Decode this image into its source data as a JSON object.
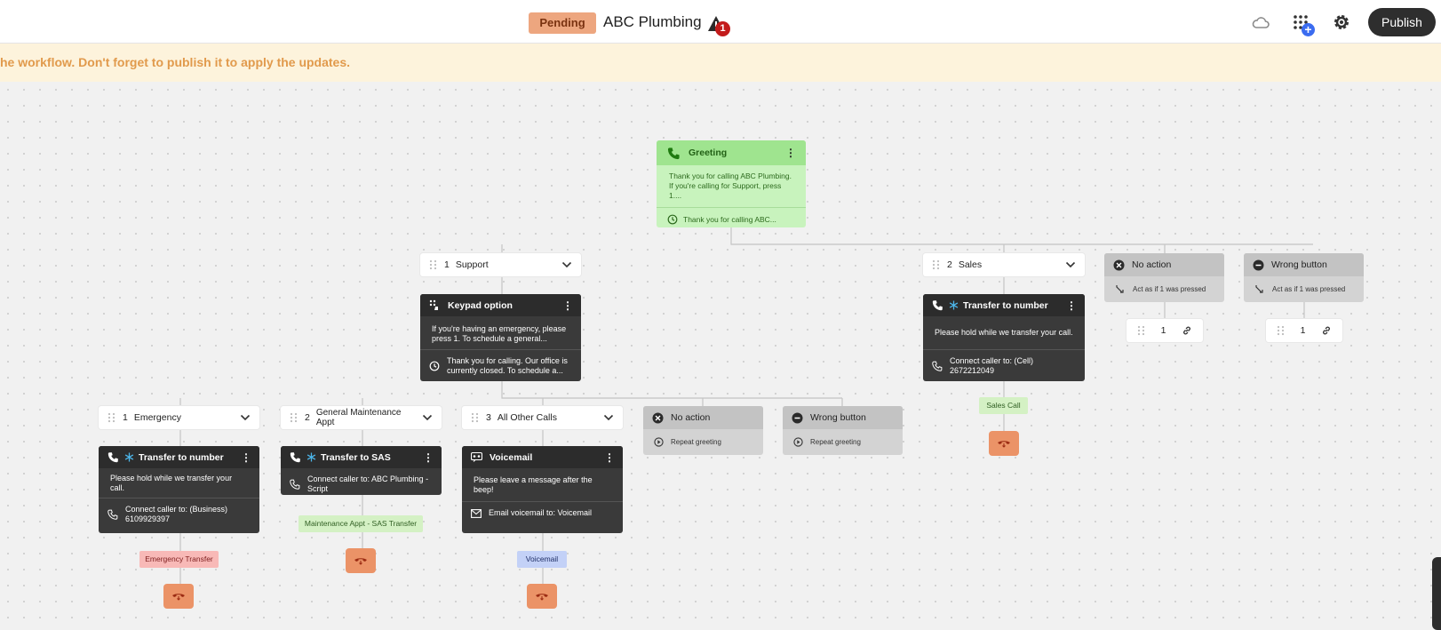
{
  "header": {
    "status": "Pending",
    "business_name": "ABC Plumbing",
    "warning_count": "1",
    "publish_label": "Publish"
  },
  "banner": {
    "text": "he workflow. Don't forget to publish it to apply the updates."
  },
  "greeting": {
    "title": "Greeting",
    "body": "Thank you for calling ABC Plumbing. If you're calling for Support, press 1....",
    "footer": "Thank you for calling ABC..."
  },
  "support": {
    "option": {
      "num": "1",
      "label": "Support"
    },
    "card": {
      "title": "Keypad option",
      "body": "If you're having an emergency, please press 1. To schedule a general...",
      "footer": "Thank you for calling. Our office is currently closed. To schedule a..."
    }
  },
  "sales": {
    "option": {
      "num": "2",
      "label": "Sales"
    },
    "card": {
      "title": "Transfer to number",
      "body": "Please hold while we transfer your call.",
      "footer": "Connect caller to: (Cell) 2672212049"
    },
    "tag": "Sales Call"
  },
  "top_no_action": {
    "title": "No action",
    "footer": "Act as if 1 was pressed",
    "mini_value": "1"
  },
  "top_wrong_button": {
    "title": "Wrong button",
    "footer": "Act as if 1 was pressed",
    "mini_value": "1"
  },
  "emergency": {
    "option": {
      "num": "1",
      "label": "Emergency"
    },
    "card": {
      "title": "Transfer to number",
      "body": "Please hold while we transfer your call.",
      "footer": "Connect caller to: (Business) 6109929397"
    },
    "tag": "Emergency Transfer"
  },
  "maintenance": {
    "option": {
      "num": "2",
      "label": "General Maintenance Appt"
    },
    "card": {
      "title": "Transfer to SAS",
      "footer": "Connect caller to: ABC Plumbing - Script"
    },
    "tag": "Maintenance Appt - SAS Transfer"
  },
  "other_calls": {
    "option": {
      "num": "3",
      "label": "All Other Calls"
    },
    "card": {
      "title": "Voicemail",
      "body": "Please leave a message after the beep!",
      "footer": "Email voicemail to: Voicemail"
    },
    "tag": "Voicemail"
  },
  "sub_no_action": {
    "title": "No action",
    "footer": "Repeat greeting"
  },
  "sub_wrong_button": {
    "title": "Wrong button",
    "footer": "Repeat greeting"
  },
  "colors": {
    "pending": "#eda67f",
    "banner_bg": "#fdf3dc",
    "banner_text": "#e19a4c",
    "greeting_green": "#9fe48f",
    "hangup": "#eb9367",
    "tag_sales": "#d4f1c4",
    "tag_emergency": "#f8b9b7",
    "tag_voicemail": "#c3d1f7"
  }
}
